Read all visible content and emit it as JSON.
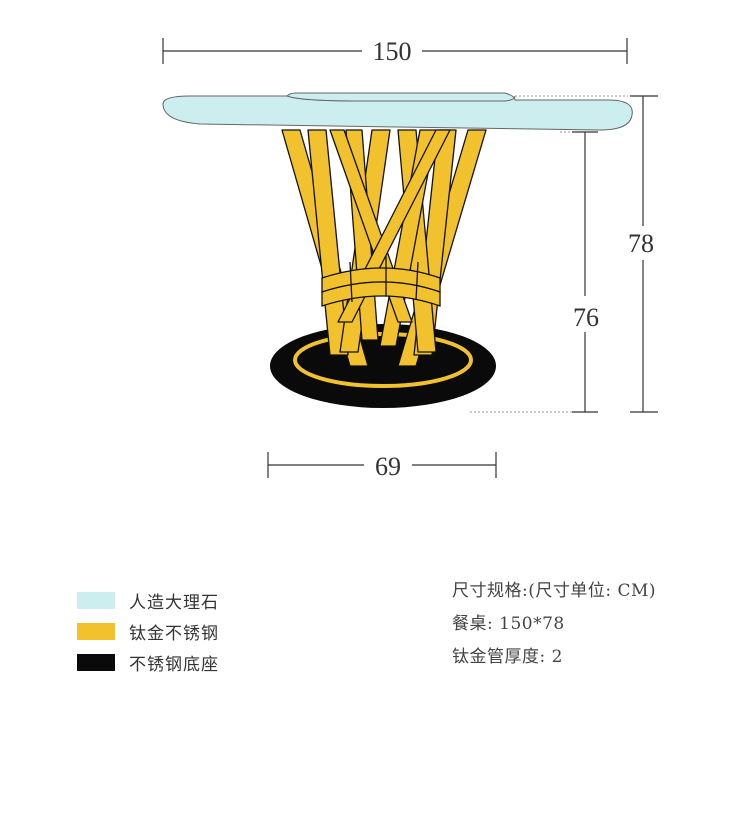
{
  "colors": {
    "marble": "#cdeeee",
    "titanium_gold": "#f2c12e",
    "base": "#0a0a0a",
    "line": "#333333"
  },
  "dimensions": {
    "top_width": "150",
    "total_height": "78",
    "leg_height": "76",
    "base_width": "69"
  },
  "legend": [
    {
      "label": "人造大理石",
      "color": "#cdeeee"
    },
    {
      "label": "钛金不锈钢",
      "color": "#f2c12e"
    },
    {
      "label": "不锈钢底座",
      "color": "#0a0a0a"
    }
  ],
  "specs": {
    "heading": "尺寸规格:(尺寸单位: CM)",
    "table": "餐桌: 150*78",
    "tube": "钛金管厚度: 2"
  }
}
